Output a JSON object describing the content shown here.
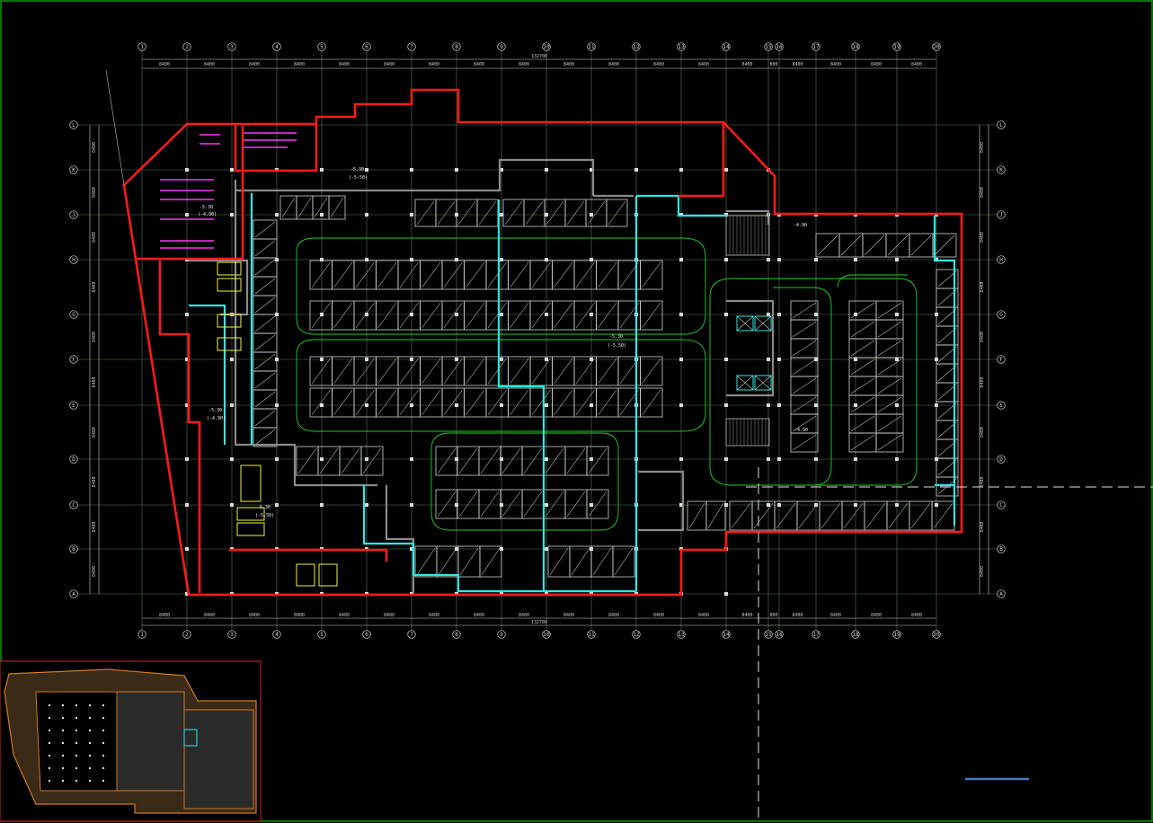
{
  "drawing": {
    "background": "#000000",
    "frame_color": "#00c800",
    "boundary_color": "#ff1a1a",
    "cyan_color": "#2fe6e6",
    "route_color": "#21d021",
    "scale_bar_color": "#4a78c4"
  },
  "grid": {
    "columns": [
      "1",
      "2",
      "3",
      "4",
      "5",
      "6",
      "7",
      "8",
      "9",
      "10",
      "11",
      "12",
      "13",
      "14",
      "15",
      "16",
      "17",
      "18",
      "19",
      "20"
    ],
    "rows": [
      "L",
      "K",
      "J",
      "H",
      "G",
      "F",
      "E",
      "D",
      "C",
      "B",
      "A"
    ],
    "bay_dims_top": [
      "8400",
      "8400",
      "8400",
      "8400",
      "8400",
      "8400",
      "8400",
      "8400",
      "8400",
      "8400",
      "8400",
      "8400",
      "8400",
      "8400",
      "800",
      "8400",
      "8400",
      "8400",
      "8400"
    ],
    "bay_dims_side": [
      "8400",
      "8400",
      "8400",
      "8400",
      "8400",
      "8400",
      "8400",
      "8400",
      "8400",
      "8400"
    ],
    "overall_top": "132700",
    "overall_bottom": "132700"
  },
  "annotations": {
    "level_labels": [
      "-5.30",
      "(-5.50)",
      "-5.30",
      "(-4.90)",
      "-4.90",
      "-4.90",
      "-5.30",
      "(-5.50)",
      "-5.30",
      "(-4.90)",
      "-5.30",
      "(-5.50)"
    ]
  }
}
